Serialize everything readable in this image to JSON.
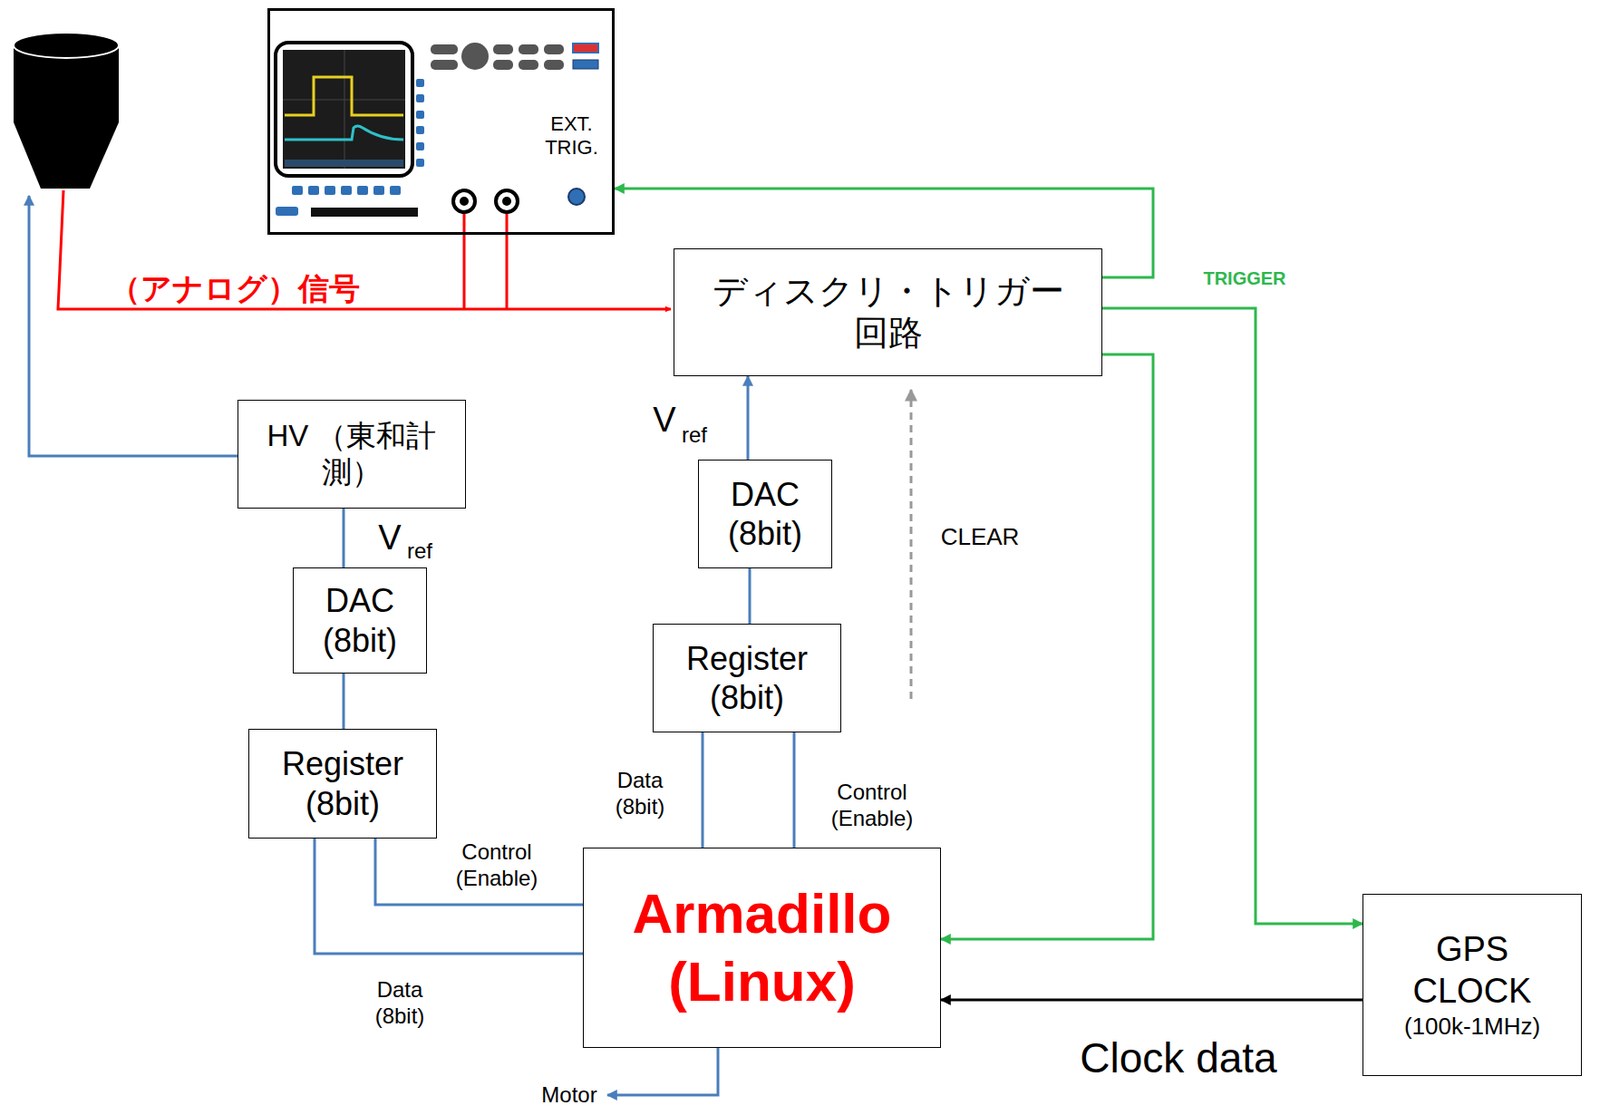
{
  "diagram": {
    "nodes": [
      {
        "text": [
          "EXT. TRIG."
        ]
      },
      {
        "text": [
          "ディスクリ・トリガー 回路"
        ]
      },
      {
        "text": [
          "HV （東和計測）"
        ]
      },
      {
        "text": [
          "DAC (8bit)"
        ]
      },
      {
        "text": [
          "DAC (8bit)"
        ]
      },
      {
        "text": [
          "Register (8bit)"
        ]
      },
      {
        "text": [
          "Register (8bit)"
        ]
      },
      {
        "text": [
          "Armadillo (Linux)"
        ]
      },
      {
        "text": [
          "GPS CLOCK",
          "(100k-1MHz)"
        ]
      }
    ],
    "edges": [
      {
        "from": 1,
        "to": 0,
        "arrow": "to"
      },
      {
        "from": 1,
        "to": 8,
        "arrow": "to"
      },
      {
        "from": 1,
        "to": 7,
        "arrow": "to"
      },
      {
        "from": 8,
        "to": 7,
        "label": "Clock data",
        "arrow": "to"
      },
      {
        "from": 3,
        "to": 1,
        "arrow": "to"
      },
      {
        "from": 5,
        "to": 3,
        "arrow": "none"
      },
      {
        "from": 5,
        "to": 7,
        "label": "Data (8bit)",
        "arrow": "none"
      },
      {
        "from": 5,
        "to": 7,
        "label": "Control (Enable)",
        "arrow": "none"
      },
      {
        "from": 2,
        "to": 4,
        "arrow": "none"
      },
      {
        "from": 4,
        "to": 6,
        "arrow": "none"
      },
      {
        "from": 6,
        "to": 7,
        "label": "Control (Enable)",
        "arrow": "none"
      },
      {
        "from": 6,
        "to": 7,
        "label": "Data (8bit)",
        "arrow": "none"
      }
    ],
    "labels": [
      "（アナログ）信号",
      "TRIGGER",
      "CLEAR",
      "Motor",
      "V",
      "ref",
      "V",
      "ref"
    ]
  }
}
